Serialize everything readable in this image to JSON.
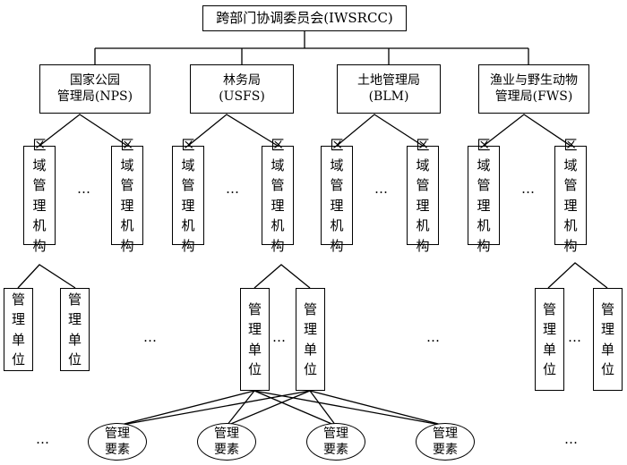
{
  "top": {
    "label": "跨部门协调委员会(IWSRCC)"
  },
  "agencies": [
    {
      "line1": "国家公园",
      "line2": "管理局(NPS)"
    },
    {
      "line1": "林务局",
      "line2": "(USFS)"
    },
    {
      "line1": "土地管理局",
      "line2": "(BLM)"
    },
    {
      "line1": "渔业与野生动物",
      "line2": "管理局(FWS)"
    }
  ],
  "regional": {
    "label": "区域管理机构"
  },
  "unit": {
    "label": "管理单位"
  },
  "elements": [
    {
      "line1": "管理",
      "line2": "要素"
    },
    {
      "line1": "管理",
      "line2": "要素"
    },
    {
      "line1": "管理",
      "line2": "要素"
    },
    {
      "line1": "管理",
      "line2": "要素"
    }
  ],
  "ellipsis": "…"
}
